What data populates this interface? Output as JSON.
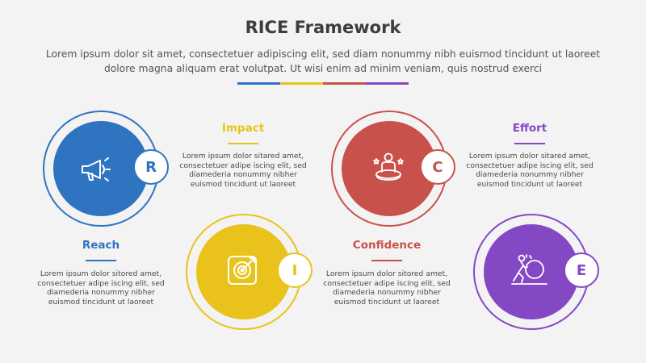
{
  "header": {
    "title": "RICE Framework",
    "subtitle": "Lorem ipsum dolor sit amet, consectetuer adipiscing elit, sed diam nonummy nibh euismod tincidunt ut laoreet dolore magna aliquam erat volutpat. Ut wisi enim ad minim veniam, quis nostrud exerci"
  },
  "colors": {
    "reach": "#2f74c0",
    "impact": "#e9c31b",
    "confidence": "#c9514b",
    "effort": "#8448c4"
  },
  "items": [
    {
      "key": "reach",
      "letter": "R",
      "label": "Reach",
      "icon": "megaphone-icon",
      "desc": "Lorem ipsum dolor sitored amet, consectetuer adipe iscing elit, sed diamederia nonummy nibher euismod tincidunt ut laoreet"
    },
    {
      "key": "impact",
      "letter": "I",
      "label": "Impact",
      "icon": "target-icon",
      "desc": "Lorem ipsum dolor sitared amet, consectetuer adipe iscing elit, sed diamederia nonummy nibher euismod tincidunt ut laoreet"
    },
    {
      "key": "confidence",
      "letter": "C",
      "label": "Confidence",
      "icon": "confident-person-icon",
      "desc": "Lorem ipsum dolor sitored amet, consectetuer adipe iscing elit, sed diamederia nonummy nibher euismod tincidunt ut laoreet"
    },
    {
      "key": "effort",
      "letter": "E",
      "label": "Effort",
      "icon": "pushing-boulder-icon",
      "desc": "Lorem ipsum dolor sitared amet, consectetuer adipe iscing elit, sed diamederia nonummy nibher euismod tincidunt ut laoreet"
    }
  ]
}
